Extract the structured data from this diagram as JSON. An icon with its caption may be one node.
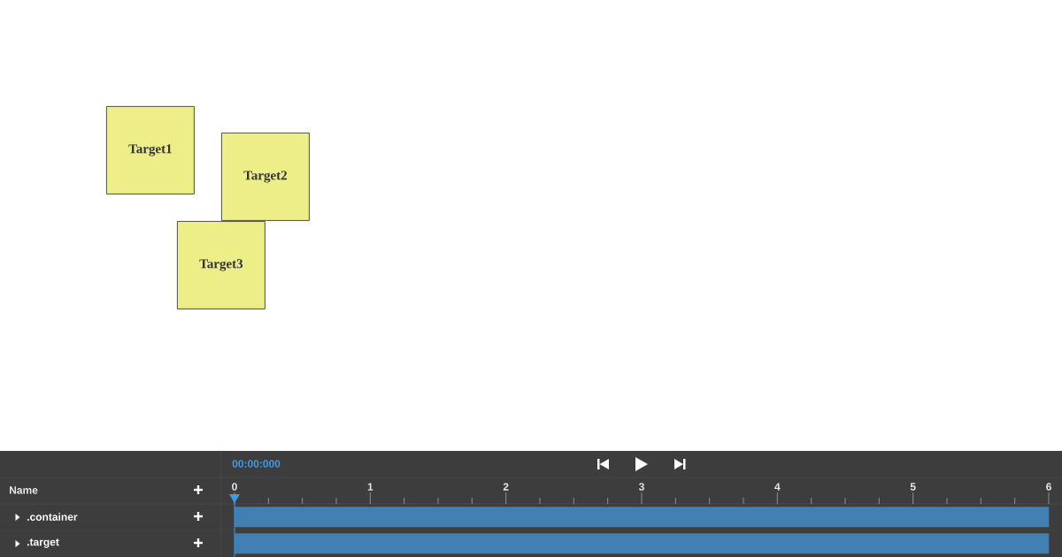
{
  "diagram": {
    "nodes": [
      {
        "text": [
          "Target1"
        ]
      },
      {
        "text": [
          "Target2"
        ]
      },
      {
        "text": [
          "Target3"
        ]
      },
      {
        "text": [],
        "shape": "bar"
      },
      {
        "text": [],
        "shape": "bar"
      }
    ],
    "labels": [
      "00:00:000",
      "Name",
      "0",
      "1",
      "2",
      "3",
      "4",
      "5",
      "6",
      ".container",
      ".target"
    ]
  }
}
